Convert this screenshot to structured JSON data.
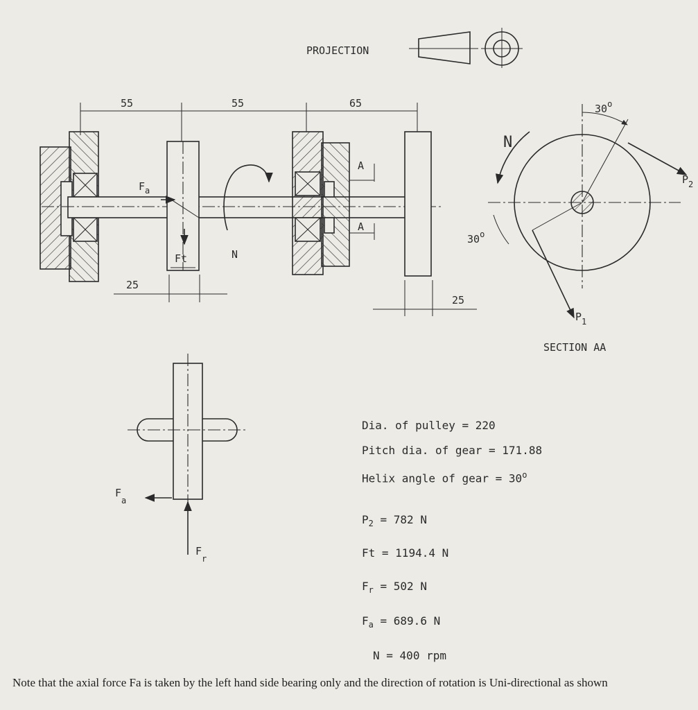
{
  "header": {
    "projection_label": "PROJECTION"
  },
  "dimensions": {
    "d1": "55",
    "d2": "55",
    "d3": "65",
    "d_left_gear": "25",
    "d_pulley": "25",
    "angle_top": "30",
    "angle_left": "30"
  },
  "labels": {
    "fa": "F",
    "fa_sub": "a",
    "ft": "Ft",
    "n_shaft": "N",
    "section_a": "A",
    "n_section": "N",
    "p2": "P",
    "p2_sub": "2",
    "p1": "P",
    "p1_sub": "1",
    "section_title": "SECTION AA",
    "fa_lower": "F",
    "fa_lower_sub": "a",
    "fr_lower": "F",
    "fr_lower_sub": "r"
  },
  "specs": {
    "pulley_dia": "Dia. of pulley = 220",
    "pitch_dia": "Pitch dia. of gear = 171.88",
    "helix_angle": "Helix angle of gear = 30",
    "p2": {
      "name": "P",
      "sub": "2",
      "value": "= 782 N"
    },
    "ft": {
      "name": "Ft",
      "value": "= 1194.4 N"
    },
    "fr": {
      "name": "F",
      "sub": "r",
      "value": "= 502 N"
    },
    "fa": {
      "name": "F",
      "sub": "a",
      "value": "= 689.6 N"
    },
    "n": {
      "name": "N",
      "value": "= 400 rpm"
    }
  },
  "note": "Note that the axial force Fa is taken by the left hand side bearing only and the direction of rotation is Uni-directional as shown"
}
